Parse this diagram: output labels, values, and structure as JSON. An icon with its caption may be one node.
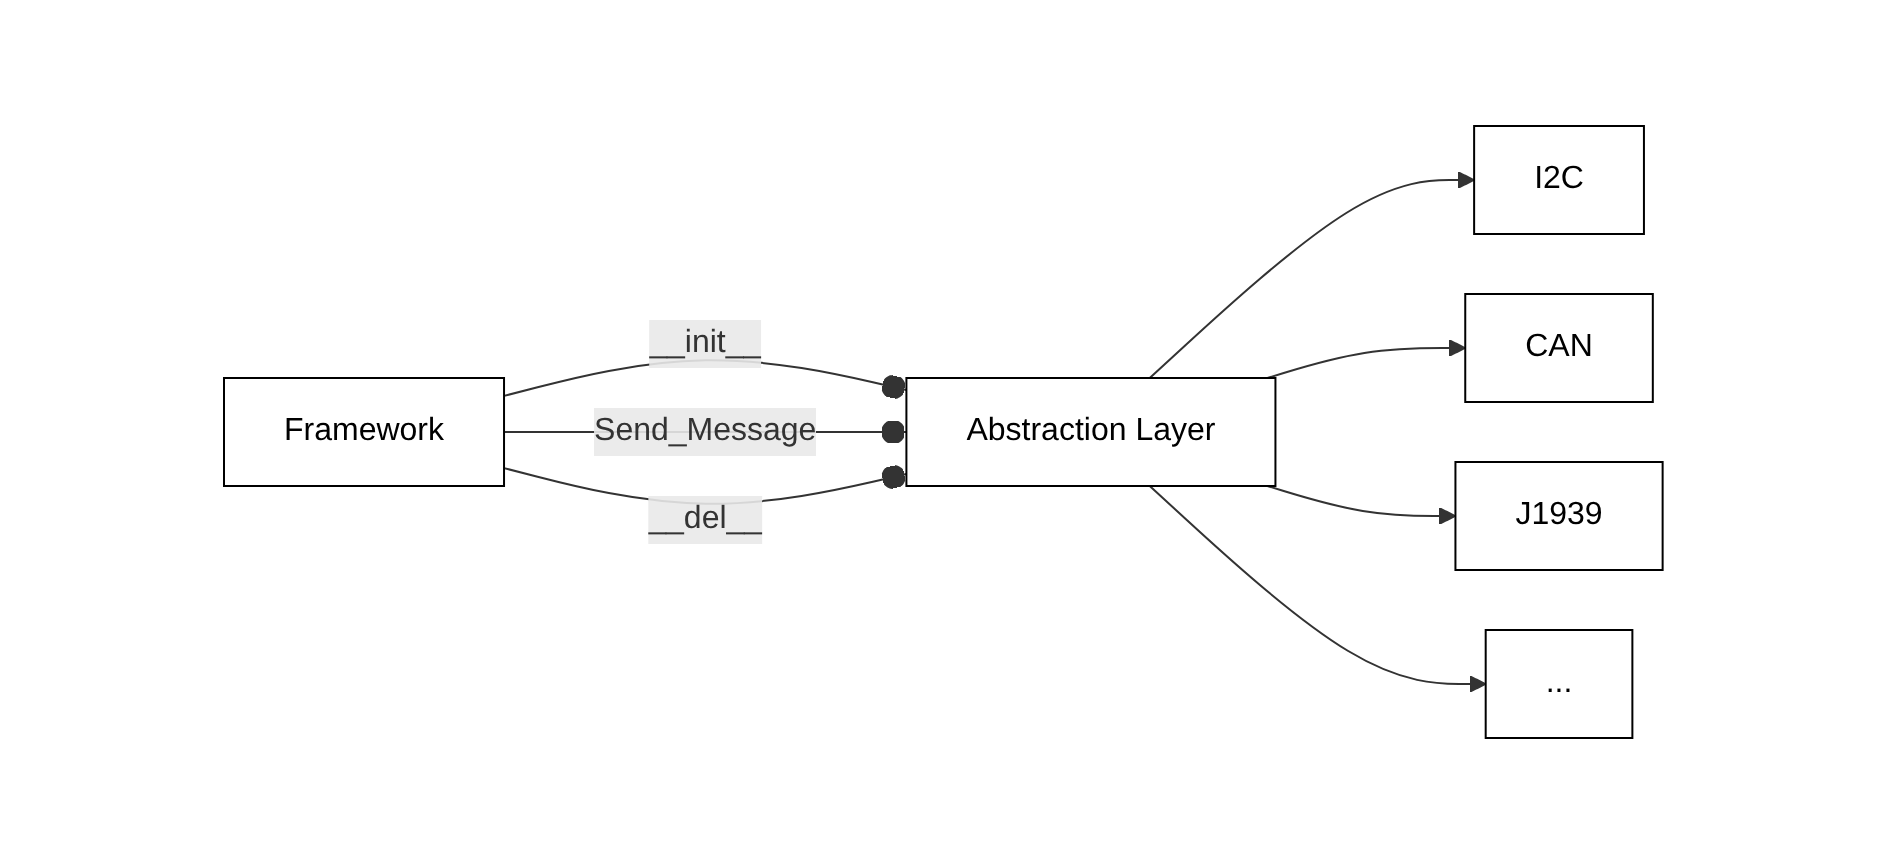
{
  "diagram": {
    "nodes": [
      {
        "text": [
          "Framework"
        ]
      },
      {
        "text": [
          "Abstraction Layer"
        ]
      },
      {
        "text": [
          "I2C"
        ]
      },
      {
        "text": [
          "CAN"
        ]
      },
      {
        "text": [
          "J1939"
        ]
      },
      {
        "text": [
          "..."
        ]
      }
    ],
    "edges": [
      {
        "from": 0,
        "to": 1,
        "arrow": "other",
        "label": "__init__"
      },
      {
        "from": 0,
        "to": 1,
        "arrow": "other",
        "label": "Send_Message"
      },
      {
        "from": 0,
        "to": 1,
        "arrow": "other",
        "label": "__del__"
      },
      {
        "from": 1,
        "to": 2,
        "arrow": "to"
      },
      {
        "from": 1,
        "to": 3,
        "arrow": "to"
      },
      {
        "from": 1,
        "to": 4,
        "arrow": "to"
      },
      {
        "from": 1,
        "to": 5,
        "arrow": "to"
      }
    ]
  }
}
